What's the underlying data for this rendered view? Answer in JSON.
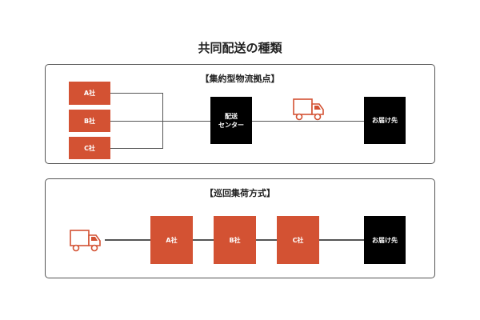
{
  "title": "共同配送の種類",
  "panel1": {
    "heading": "【集約型物流拠点】",
    "companies": [
      "A社",
      "B社",
      "C社"
    ],
    "center": "配送\nセンター",
    "destination": "お届け先"
  },
  "panel2": {
    "heading": "【巡回集荷方式】",
    "companies": [
      "A社",
      "B社",
      "C社"
    ],
    "destination": "お届け先"
  },
  "colors": {
    "accent": "#d35233",
    "dark": "#000000"
  }
}
